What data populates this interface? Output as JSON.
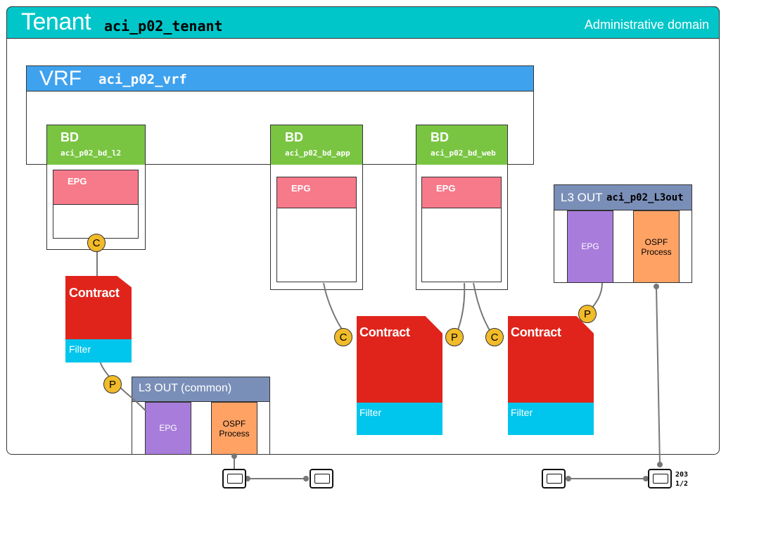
{
  "tenant": {
    "word": "Tenant",
    "name": "aci_p02_tenant",
    "domain_label": "Administrative domain"
  },
  "vrf": {
    "word": "VRF",
    "name": "aci_p02_vrf"
  },
  "bridge_domains": [
    {
      "label": "BD",
      "name": "aci_p02_bd_l2",
      "epg_label": "EPG"
    },
    {
      "label": "BD",
      "name": "aci_p02_bd_app",
      "epg_label": "EPG"
    },
    {
      "label": "BD",
      "name": "aci_p02_bd_web",
      "epg_label": "EPG"
    }
  ],
  "contracts": [
    {
      "label": "Contract",
      "filter": "Filter"
    },
    {
      "label": "Contract",
      "filter": "Filter"
    },
    {
      "label": "Contract",
      "filter": "Filter"
    }
  ],
  "l3out_tenant": {
    "word": "L3 OUT",
    "name": "aci_p02_L3out",
    "epg_label": "EPG",
    "ospf_line1": "OSPF",
    "ospf_line2": "Process"
  },
  "l3out_common": {
    "word": "L3 OUT (common)",
    "epg_label": "EPG",
    "ospf_line1": "OSPF",
    "ospf_line2": "Process"
  },
  "badges": {
    "consumer": "C",
    "provider": "P"
  },
  "port_label": {
    "line1": "203",
    "line2": "1/2"
  },
  "colors": {
    "tenant_header": "#00c6c9",
    "vrf_header": "#3fa2ee",
    "bd_header": "#79c542",
    "epg_header": "#f77a8a",
    "contract": "#e0241b",
    "filter": "#00c5ec",
    "l3out_header": "#7a8fb8",
    "l3out_epg": "#a87cdb",
    "ospf": "#ffa264",
    "badge": "#f1bb29"
  }
}
